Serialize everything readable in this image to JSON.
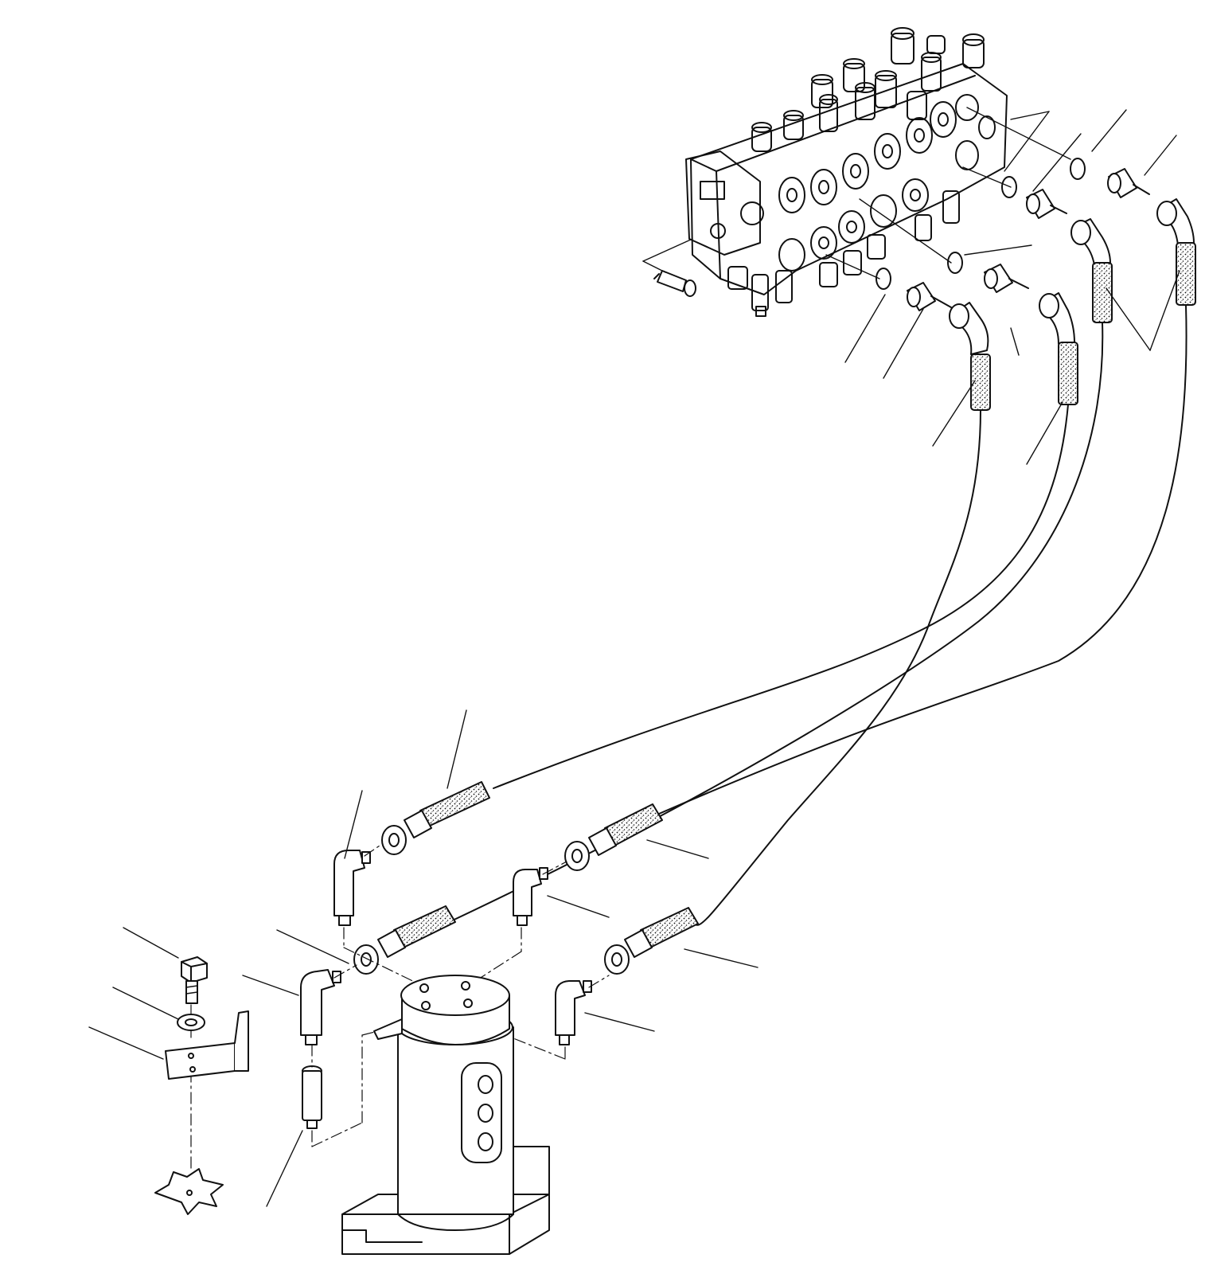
{
  "diagram": {
    "parts": [
      {
        "id": "control-valve"
      },
      {
        "id": "swivel-joint"
      },
      {
        "id": "mounting-bracket"
      },
      {
        "id": "hydraulic-hose",
        "count": 4
      },
      {
        "id": "elbow-fitting",
        "count": 8
      },
      {
        "id": "connector-fitting",
        "count": 4
      },
      {
        "id": "o-ring",
        "count": 4
      },
      {
        "id": "bolt",
        "count": 2
      },
      {
        "id": "washer",
        "count": 1
      },
      {
        "id": "adapter-fitting",
        "count": 1
      }
    ],
    "callout_count": 22
  },
  "colors": {
    "ink": "#111111",
    "paper": "#ffffff"
  }
}
